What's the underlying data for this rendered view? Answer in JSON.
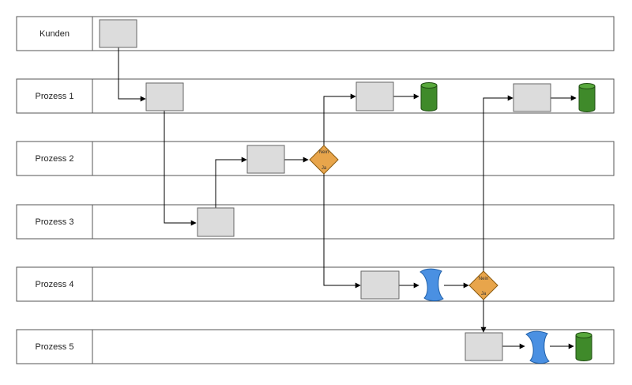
{
  "lanes": [
    {
      "label": "Kunden"
    },
    {
      "label": "Prozess 1"
    },
    {
      "label": "Prozess 2"
    },
    {
      "label": "Prozess 3"
    },
    {
      "label": "Prozess 4"
    },
    {
      "label": "Prozess 5"
    }
  ],
  "decisions": [
    {
      "no_label": "Nein",
      "yes_label": "Ja"
    },
    {
      "no_label": "Nein",
      "yes_label": "Ja"
    }
  ],
  "colors": {
    "lane_border": "#555555",
    "process_fill": "#dcdcdc",
    "process_stroke": "#666666",
    "decision_fill": "#e8a54b",
    "decision_stroke": "#8a5a10",
    "database_fill": "#3f8a2a",
    "database_top": "#58a83c",
    "document_fill": "#4a90e2",
    "arrow": "#000000"
  },
  "icons": {
    "process": "process-box-icon",
    "decision": "decision-diamond-icon",
    "database": "database-cylinder-icon",
    "document": "document-wave-icon"
  }
}
